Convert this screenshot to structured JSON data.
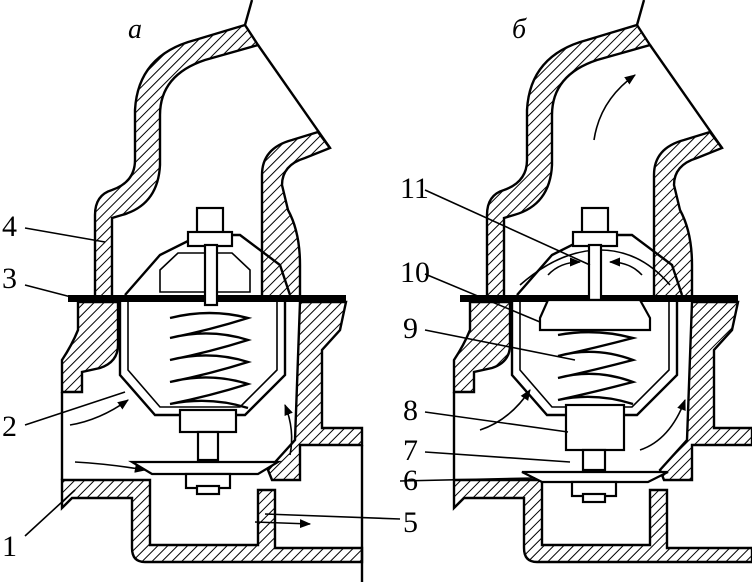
{
  "titles": {
    "left": "а",
    "right": "б"
  },
  "labels": [
    "1",
    "2",
    "3",
    "4",
    "5",
    "6",
    "7",
    "8",
    "9",
    "10",
    "11"
  ]
}
